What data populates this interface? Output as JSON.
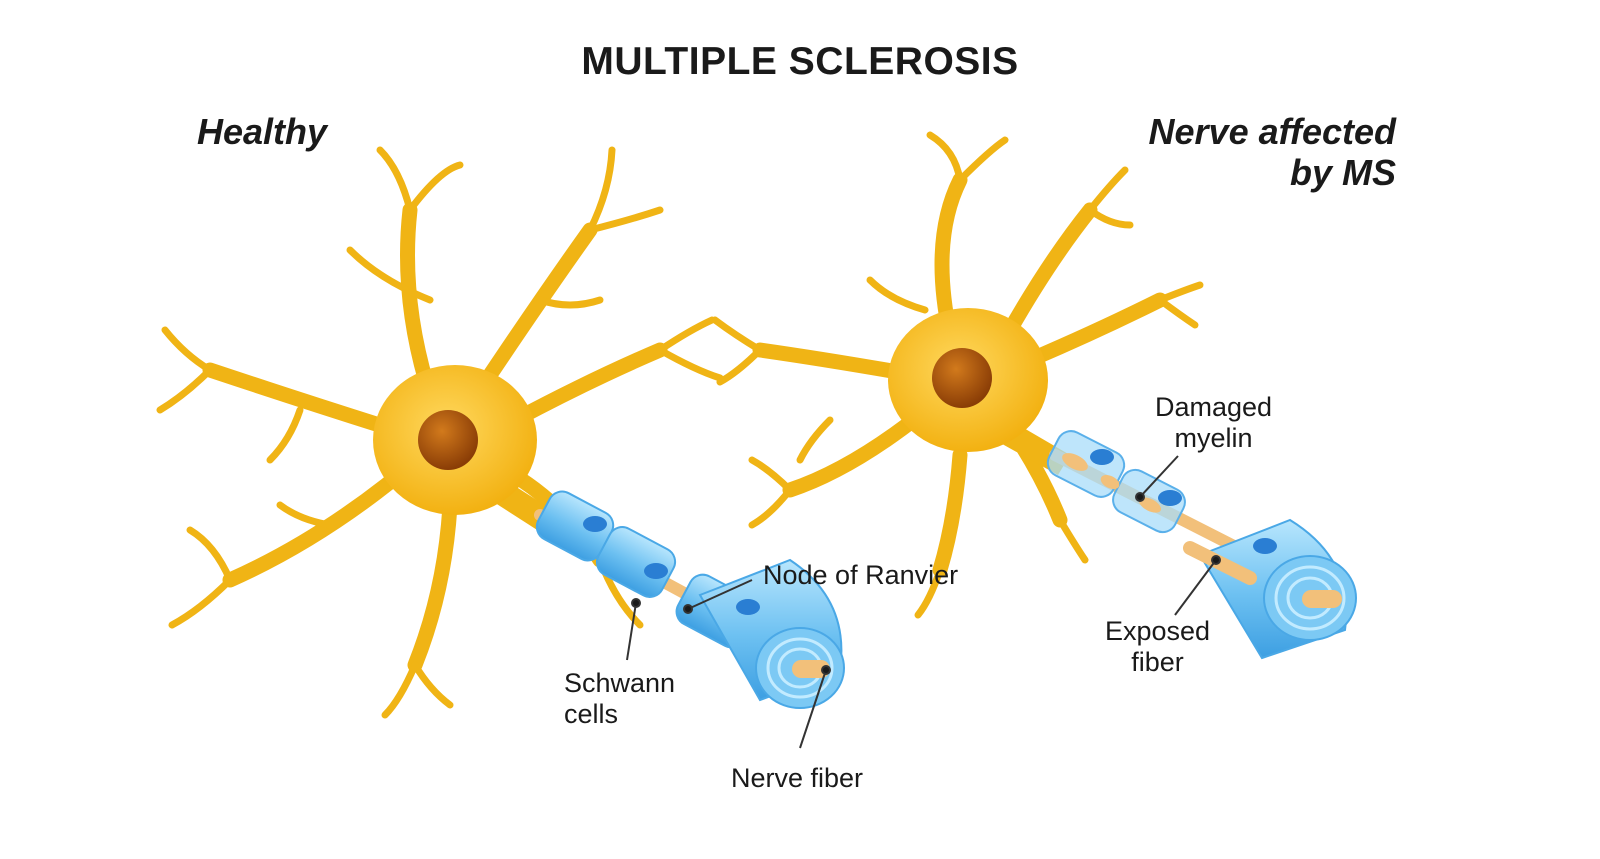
{
  "title": "MULTIPLE SCLEROSIS",
  "panels": {
    "healthy": {
      "heading": "Healthy"
    },
    "affected": {
      "heading_line1": "Nerve affected",
      "heading_line2": "by MS"
    }
  },
  "labels": {
    "node_of_ranvier": "Node of Ranvier",
    "schwann_line1": "Schwann",
    "schwann_line2": "cells",
    "nerve_fiber": "Nerve fiber",
    "damaged_line1": "Damaged",
    "damaged_line2": "myelin",
    "exposed_line1": "Exposed",
    "exposed_line2": "fiber"
  },
  "colors": {
    "neuron": "#f0b415",
    "neuron_light": "#ffd75a",
    "nucleus": "#a9510b",
    "myelin": "#62b8ee",
    "myelin_light": "#aee0fb",
    "schwann_nucleus": "#2a7ed3",
    "fiber": "#f2c07a",
    "leader_line": "#333333"
  }
}
